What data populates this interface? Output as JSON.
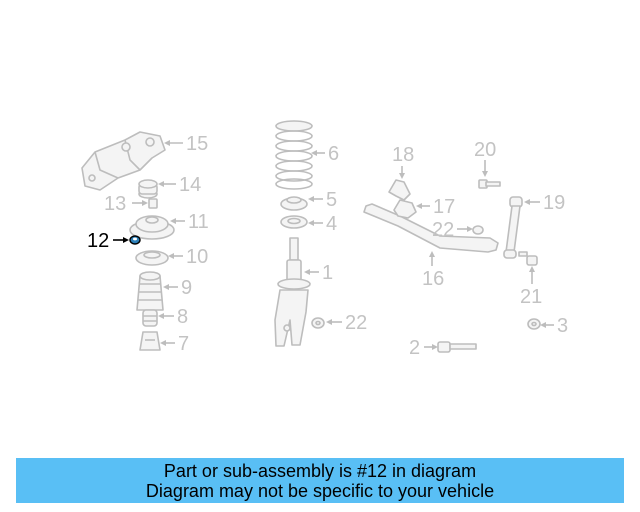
{
  "diagram": {
    "callouts": [
      {
        "id": "1",
        "text": "1"
      },
      {
        "id": "2",
        "text": "2"
      },
      {
        "id": "3",
        "text": "3"
      },
      {
        "id": "4",
        "text": "4"
      },
      {
        "id": "5",
        "text": "5"
      },
      {
        "id": "6",
        "text": "6"
      },
      {
        "id": "7",
        "text": "7"
      },
      {
        "id": "8",
        "text": "8"
      },
      {
        "id": "9",
        "text": "9"
      },
      {
        "id": "10",
        "text": "10"
      },
      {
        "id": "11",
        "text": "11"
      },
      {
        "id": "12",
        "text": "12"
      },
      {
        "id": "13",
        "text": "13"
      },
      {
        "id": "14",
        "text": "14"
      },
      {
        "id": "15",
        "text": "15"
      },
      {
        "id": "16",
        "text": "16"
      },
      {
        "id": "17",
        "text": "17"
      },
      {
        "id": "18",
        "text": "18"
      },
      {
        "id": "19",
        "text": "19"
      },
      {
        "id": "20",
        "text": "20"
      },
      {
        "id": "21",
        "text": "21"
      },
      {
        "id": "22a",
        "text": "22"
      },
      {
        "id": "22b",
        "text": "22"
      }
    ],
    "highlighted_part": "12",
    "colors": {
      "label": "#c3c3c3",
      "highlight": "#000000",
      "part_stroke": "#bdbdbd"
    }
  },
  "banner": {
    "line1": "Part or sub-assembly is #12 in diagram",
    "line2": "Diagram may not be specific to your vehicle",
    "background": "#59bff5"
  }
}
